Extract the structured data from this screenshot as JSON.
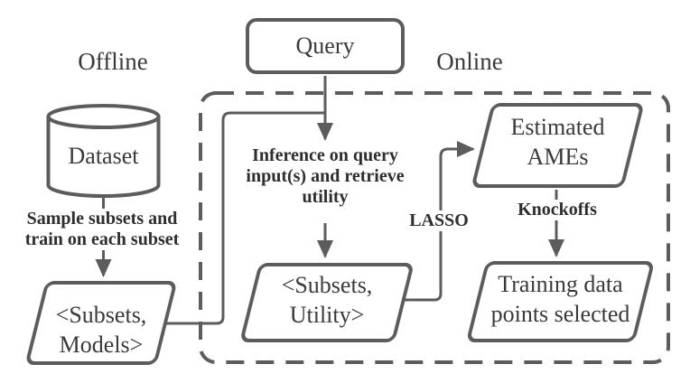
{
  "diagram": {
    "phase_labels": {
      "offline": "Offline",
      "online": "Online"
    },
    "nodes": {
      "query": {
        "shape": "rounded-rectangle",
        "label": "Query"
      },
      "dataset": {
        "shape": "cylinder",
        "label": "Dataset"
      },
      "subsets_models": {
        "shape": "parallelogram",
        "lines": [
          "<Subsets,",
          "Models>"
        ]
      },
      "subsets_utility": {
        "shape": "parallelogram",
        "lines": [
          "<Subsets,",
          "Utility>"
        ]
      },
      "estimated_ames": {
        "shape": "parallelogram",
        "lines": [
          "Estimated",
          "AMEs"
        ]
      },
      "training_selected": {
        "shape": "parallelogram",
        "lines": [
          "Training data",
          "points selected"
        ]
      }
    },
    "edge_labels": {
      "sample": {
        "lines": [
          "Sample subsets and",
          "train on each subset"
        ]
      },
      "inference": {
        "lines": [
          "Inference on query",
          "input(s) and retrieve",
          "utility"
        ]
      },
      "lasso": "LASSO",
      "knockoffs": "Knockoffs"
    },
    "icons": {
      "dataset_icon": "database-cylinder-icon",
      "arrowhead_icon": "triangle-arrowhead-icon"
    },
    "colors": {
      "stroke": "#5c5c5c",
      "node_text": "#3a3a3a",
      "edge_label_text": "#2e2e2e",
      "background": "#ffffff"
    }
  }
}
